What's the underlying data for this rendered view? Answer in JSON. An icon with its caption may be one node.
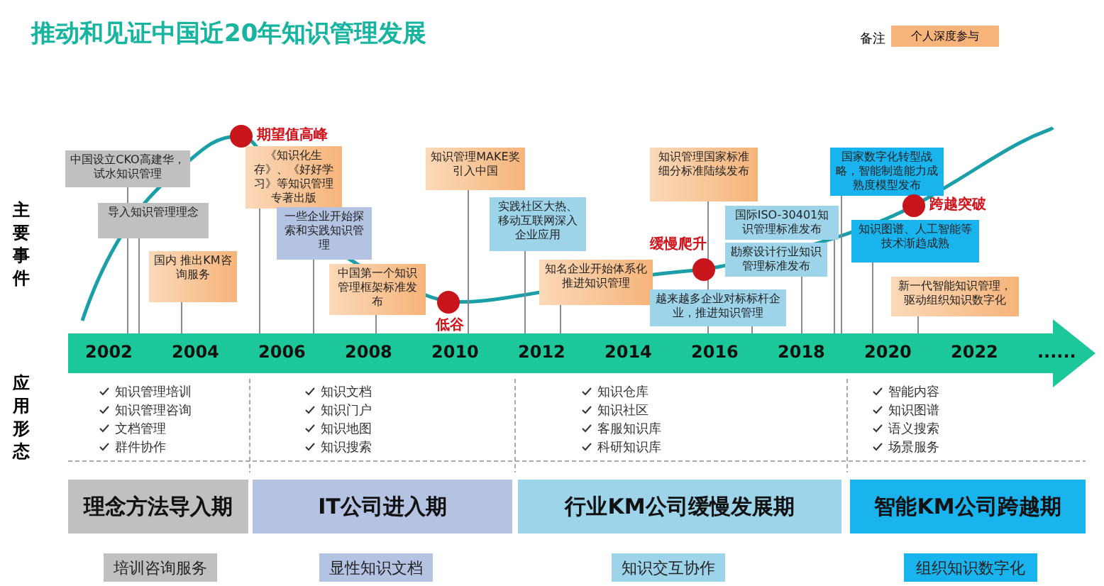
{
  "diagram": {
    "title": "推动和见证中国近20年知识管理发展",
    "nodes": [
      {
        "text": [
          "中国设立CKO高建华，试水知识管理"
        ]
      },
      {
        "text": [
          "导入知识管理理念"
        ]
      },
      {
        "text": [
          "国内 推出KM咨询服务"
        ]
      },
      {
        "text": [
          "《知识化生存》、《好好学习》等知识管理专著出版"
        ]
      },
      {
        "text": [
          "一些企业开始探索和实践知识管理"
        ]
      },
      {
        "text": [
          "中国第一个知识管理框架标准发布"
        ]
      },
      {
        "text": [
          "知识管理MAKE奖引入中国"
        ]
      },
      {
        "text": [
          "实践社区大热、移动互联网深入企业应用"
        ]
      },
      {
        "text": [
          "知名企业开始体系化推进知识管理"
        ]
      },
      {
        "text": [
          "知识管理国家标准细分标准陆续发布"
        ]
      },
      {
        "text": [
          "国际ISO-30401知识管理标准发布"
        ]
      },
      {
        "text": [
          "勘察设计行业知识管理标准发布"
        ]
      },
      {
        "text": [
          "越来越多企业对标标杆企业，推进知识管理"
        ]
      },
      {
        "text": [
          "国家数字化转型战略，智能制造能力成熟度模型发布"
        ]
      },
      {
        "text": [
          "知识图谱、人工智能等技术渐趋成熟"
        ]
      },
      {
        "text": [
          "新一代智能知识管理，驱动组织知识数字化"
        ]
      },
      {
        "text": [
          "2002",
          "2004",
          "2006",
          "2008",
          "2010",
          "2012",
          "2014",
          "2016",
          "2018",
          "2020",
          "2022",
          "......"
        ]
      },
      {
        "text": [],
        "shape": "circle",
        "beside": [
          "期望值高峰"
        ]
      },
      {
        "text": [],
        "shape": "circle",
        "beside": [
          "低谷"
        ]
      },
      {
        "text": [],
        "shape": "circle",
        "beside": [
          "缓慢爬升"
        ]
      },
      {
        "text": [],
        "shape": "circle",
        "beside": [
          "跨越突破"
        ]
      },
      {
        "text": [
          "理念方法导入期"
        ]
      },
      {
        "text": [
          "IT公司进入期"
        ]
      },
      {
        "text": [
          "行业KM公司缓慢发展期"
        ]
      },
      {
        "text": [
          "智能KM公司跨越期"
        ]
      },
      {
        "text": [
          "培训咨询服务"
        ]
      },
      {
        "text": [
          "显性知识文档"
        ]
      },
      {
        "text": [
          "知识交互协作"
        ]
      },
      {
        "text": [
          "组织知识数字化"
        ]
      }
    ],
    "edges": [
      {
        "from": 0,
        "to": 16,
        "arrow": "none"
      },
      {
        "from": 1,
        "to": 16,
        "arrow": "none"
      },
      {
        "from": 2,
        "to": 16,
        "arrow": "none"
      },
      {
        "from": 3,
        "to": 16,
        "arrow": "none"
      },
      {
        "from": 4,
        "to": 16,
        "arrow": "none"
      },
      {
        "from": 5,
        "to": 16,
        "arrow": "none"
      },
      {
        "from": 6,
        "to": 16,
        "arrow": "none"
      },
      {
        "from": 7,
        "to": 16,
        "arrow": "none"
      },
      {
        "from": 8,
        "to": 16,
        "arrow": "none"
      },
      {
        "from": 9,
        "to": 16,
        "arrow": "none"
      },
      {
        "from": 10,
        "to": 16,
        "arrow": "none"
      },
      {
        "from": 11,
        "to": 16,
        "arrow": "none"
      },
      {
        "from": 12,
        "to": 16,
        "arrow": "none"
      },
      {
        "from": 13,
        "to": 16,
        "arrow": "none"
      },
      {
        "from": 14,
        "to": 16,
        "arrow": "none"
      },
      {
        "from": 15,
        "to": 16,
        "arrow": "none"
      }
    ],
    "labels": [
      "备注",
      "主要事件",
      "应用形态",
      "知识管理培训",
      "知识管理咨询",
      "文档管理",
      "群件协作",
      "知识文档",
      "知识门户",
      "知识地图",
      "知识搜索",
      "知识仓库",
      "知识社区",
      "客服知识库",
      "科研知识库",
      "智能内容",
      "知识图谱",
      "语义搜索",
      "场景服务"
    ],
    "legend": [
      {
        "text": "个人深度参与",
        "color": "#f6b47a"
      }
    ]
  }
}
